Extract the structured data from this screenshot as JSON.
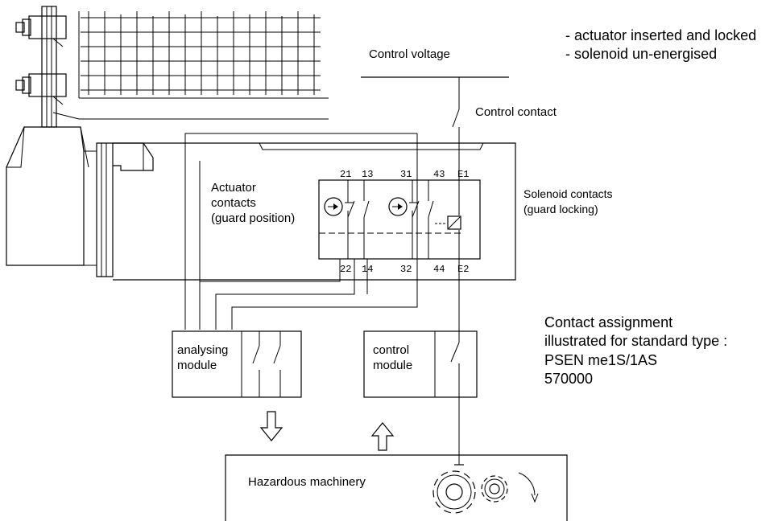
{
  "status": {
    "line1": "- actuator inserted and locked",
    "line2": "- solenoid un-energised"
  },
  "labels": {
    "control_voltage": "Control voltage",
    "control_contact": "Control contact",
    "actuator_contacts": [
      "Actuator",
      "contacts",
      "(guard position)"
    ],
    "solenoid_contacts": [
      "Solenoid contacts",
      "(guard locking)"
    ],
    "analysing_module": [
      "analysing",
      "module"
    ],
    "control_module": [
      "control",
      "module"
    ],
    "hazardous_machinery": "Hazardous machinery"
  },
  "terminals": {
    "top": [
      "21",
      "13",
      "31",
      "43",
      "E1"
    ],
    "bottom": [
      "22",
      "14",
      "32",
      "44",
      "E2"
    ]
  },
  "assignment": {
    "line1": "Contact assignment",
    "line2": "illustrated for standard type :",
    "line3": "PSEN me1S/1AS",
    "line4": "570000"
  }
}
